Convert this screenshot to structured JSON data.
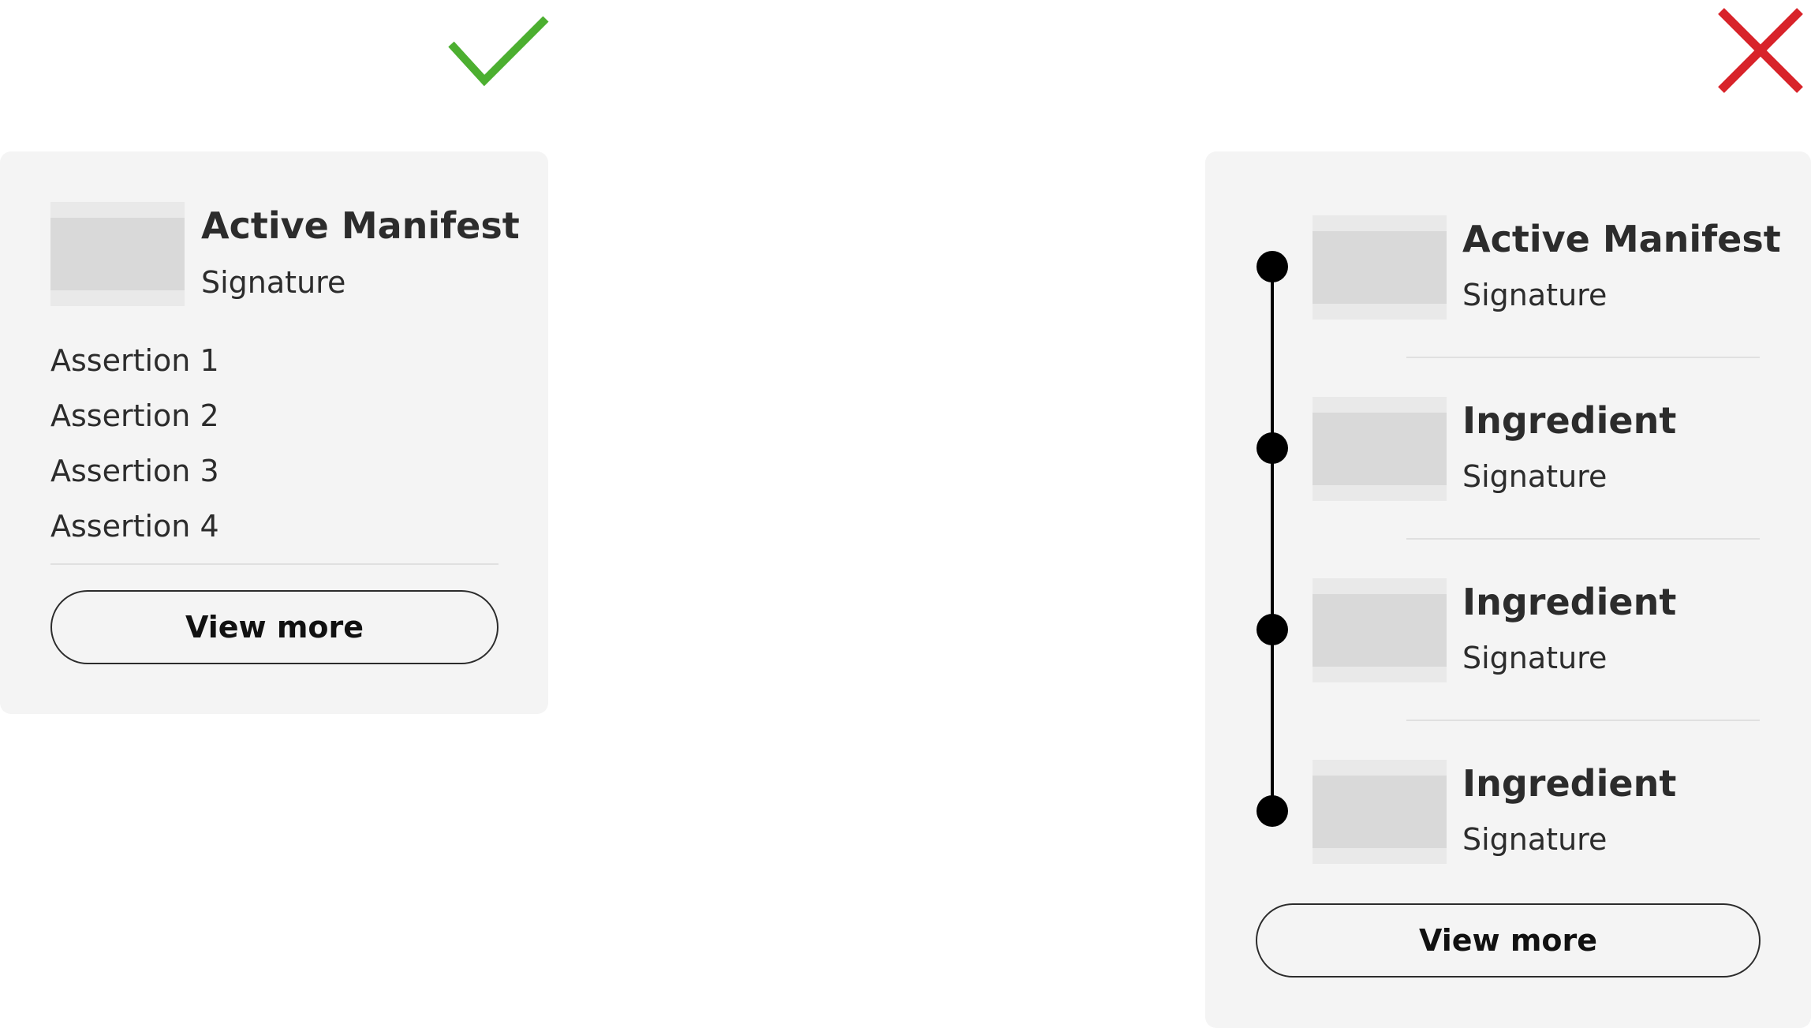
{
  "good_example": {
    "title": "Active Manifest",
    "subtitle": "Signature",
    "assertions": [
      "Assertion 1",
      "Assertion 2",
      "Assertion 3",
      "Assertion 4"
    ],
    "button_label": "View more",
    "mark_icon": "check-icon",
    "mark_color": "#4caf30"
  },
  "bad_example": {
    "items": [
      {
        "title": "Active Manifest",
        "subtitle": "Signature"
      },
      {
        "title": "Ingredient",
        "subtitle": "Signature"
      },
      {
        "title": "Ingredient",
        "subtitle": "Signature"
      },
      {
        "title": "Ingredient",
        "subtitle": "Signature"
      }
    ],
    "button_label": "View more",
    "mark_icon": "cross-icon",
    "mark_color": "#d8232a"
  },
  "colors": {
    "card_background": "#f4f4f4",
    "thumbnail": "#d9d9d9",
    "text": "#2c2c2c",
    "timeline": "#000000"
  }
}
